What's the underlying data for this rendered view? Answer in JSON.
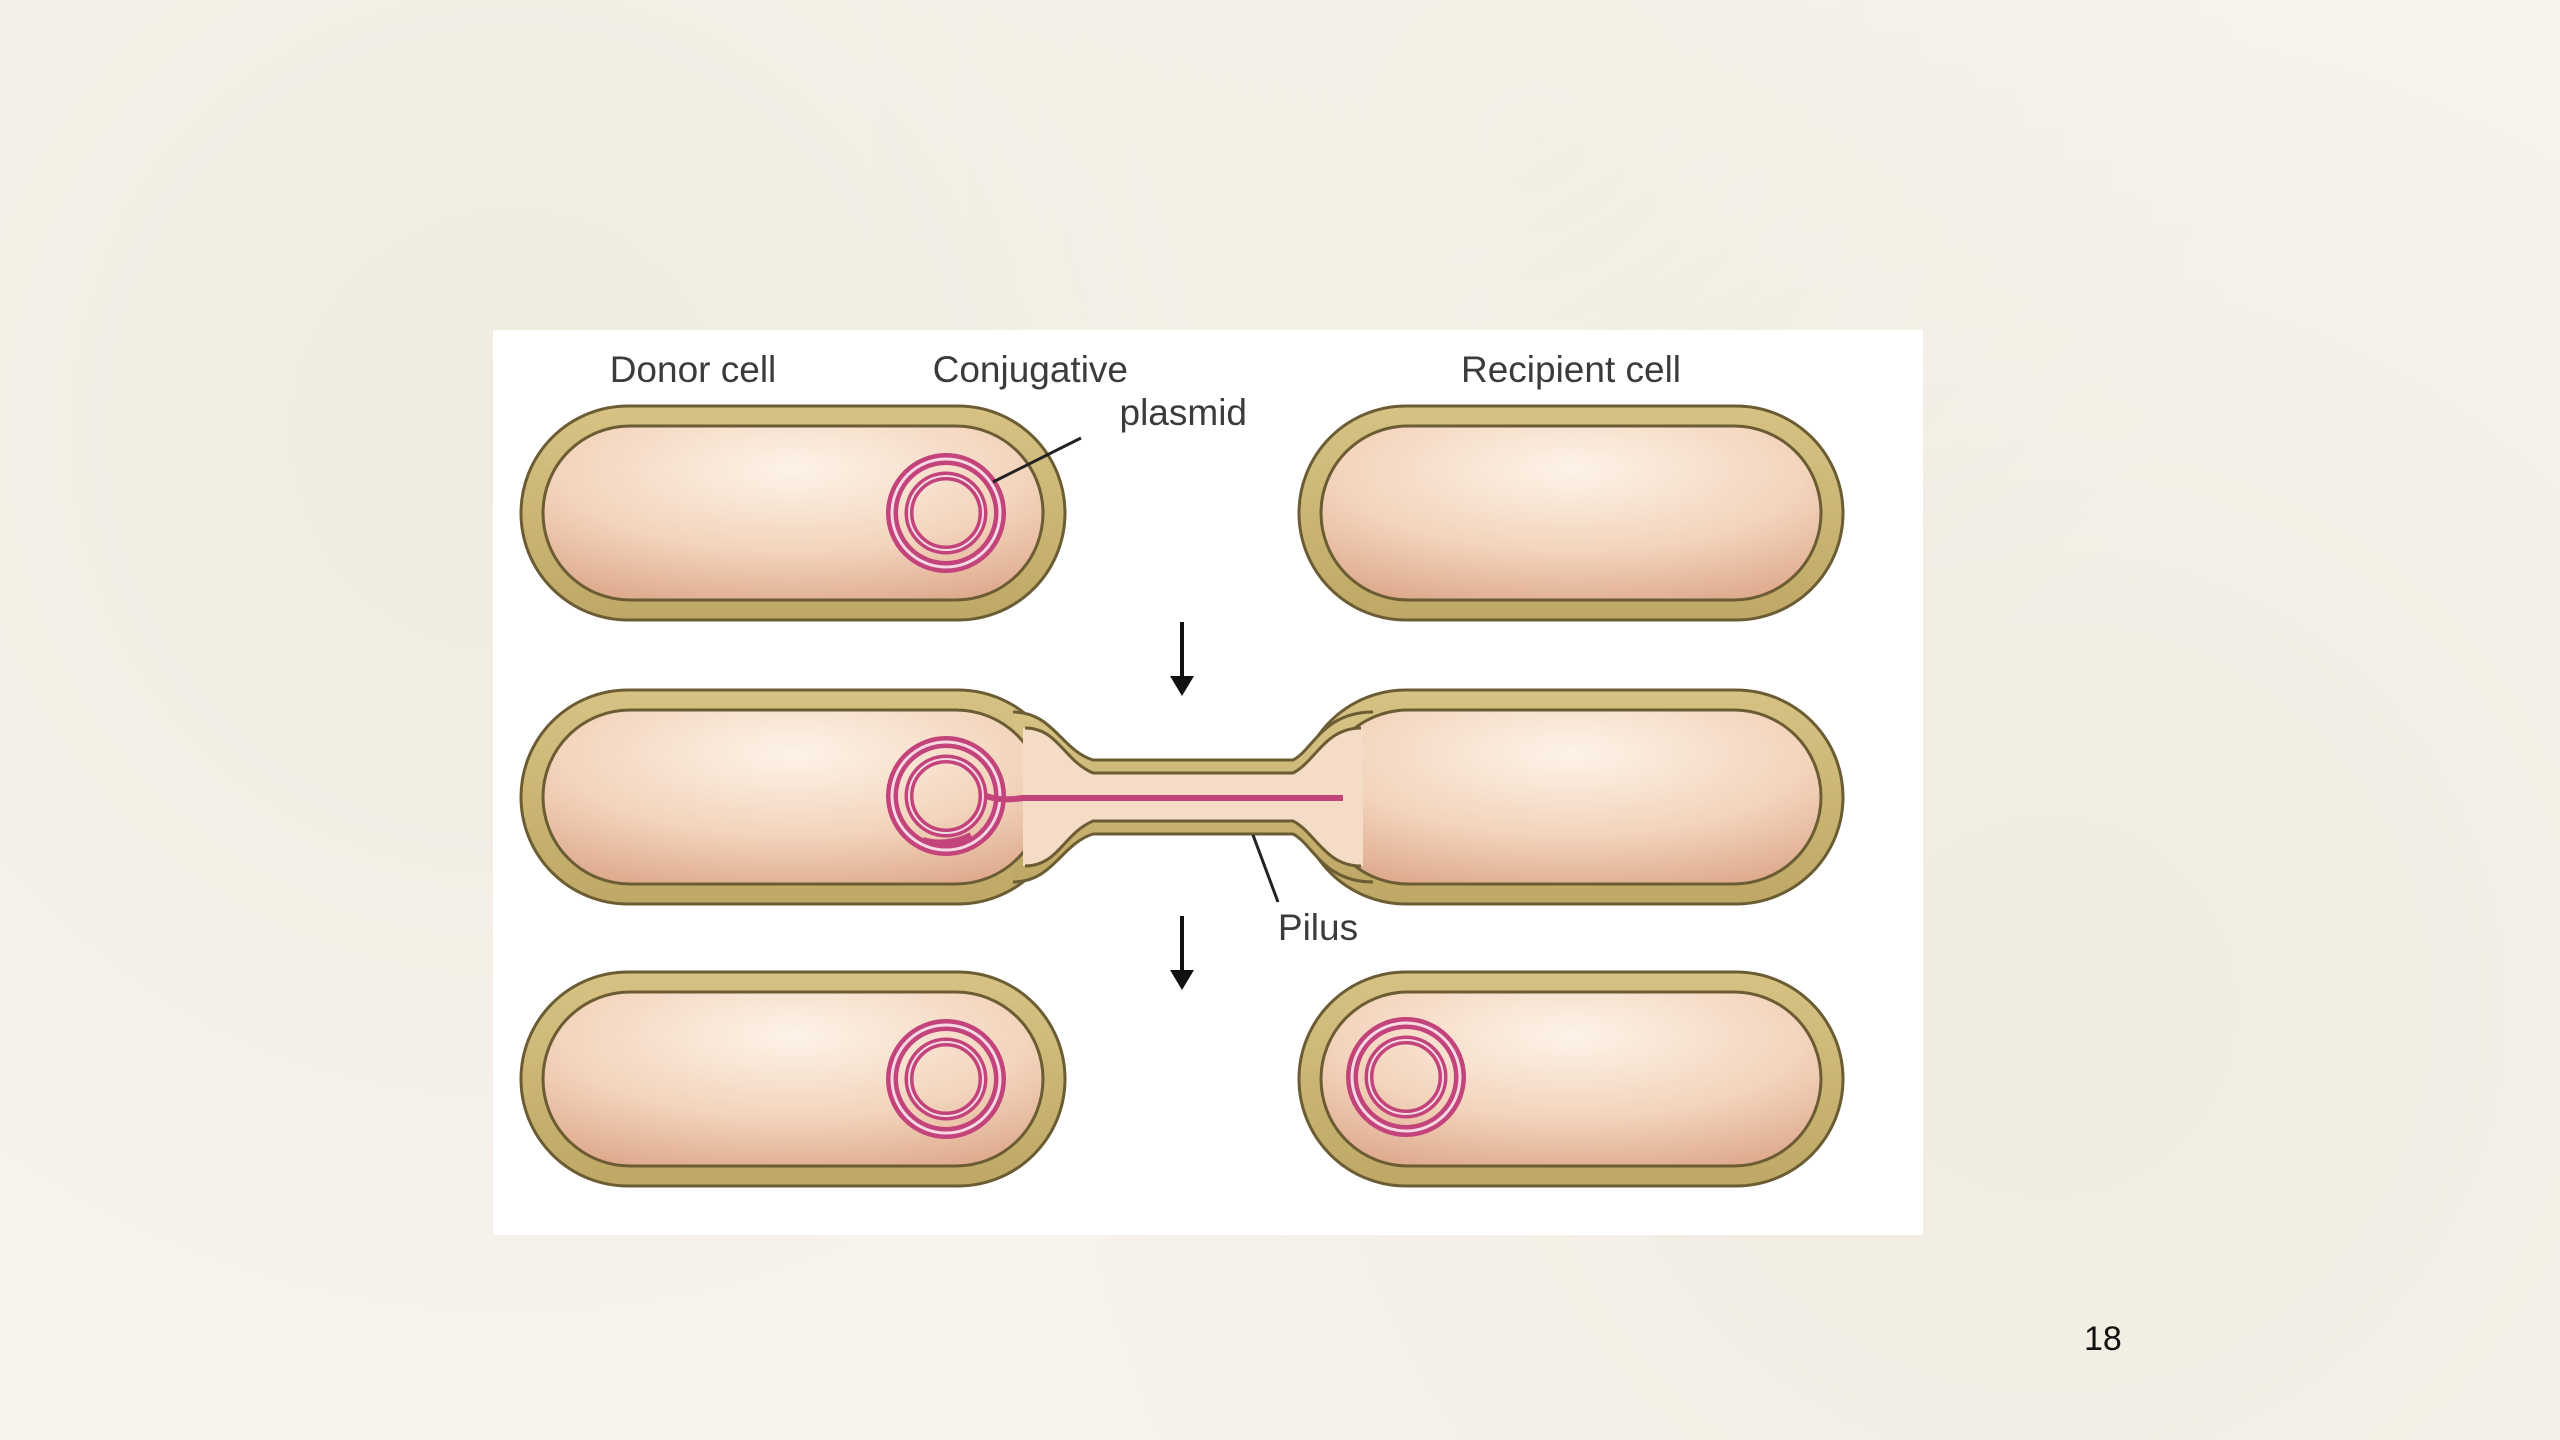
{
  "slide": {
    "page_number": "18"
  },
  "figure": {
    "labels": {
      "donor_cell": "Donor cell",
      "conjugative_plasmid_line1": "Conjugative",
      "conjugative_plasmid_line2": "plasmid",
      "recipient_cell": "Recipient cell",
      "pilus": "Pilus"
    },
    "stages": [
      {
        "step": 1,
        "description_shown": "separate donor and recipient cells"
      },
      {
        "step": 2,
        "description_shown": "cells joined by pilus, plasmid strand transferring"
      },
      {
        "step": 3,
        "description_shown": "both cells contain plasmid"
      }
    ],
    "colors": {
      "cell_wall": "#c9b374",
      "cell_wall_outline": "#6b5c33",
      "cytoplasm_light": "#fdf0e4",
      "cytoplasm_dark": "#e3b295",
      "plasmid": "#c2447a",
      "arrow": "#111111"
    }
  }
}
